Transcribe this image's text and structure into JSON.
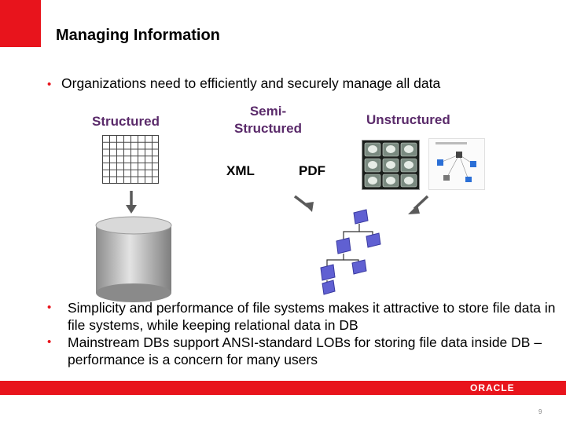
{
  "slide": {
    "title": "Managing Information",
    "intro_bullet": "Organizations need to efficiently and securely manage all data",
    "categories": {
      "structured": "Structured",
      "semi_structured": "Semi-Structured",
      "unstructured": "Unstructured"
    },
    "formats": {
      "xml": "XML",
      "pdf": "PDF"
    },
    "bullets": [
      "Simplicity and performance of file systems makes it attractive to store file data in file systems, while keeping relational data in DB",
      "Mainstream DBs support ANSI-standard LOBs for storing file data inside DB – performance is a concern for many users"
    ],
    "bullet_marker": "•",
    "footer": {
      "logo_text": "ORACLE",
      "page_number": "9"
    },
    "colors": {
      "accent": "#e8141c",
      "category_label": "#5a2a6a",
      "flowchart_blue": "#5f5fd0"
    }
  }
}
